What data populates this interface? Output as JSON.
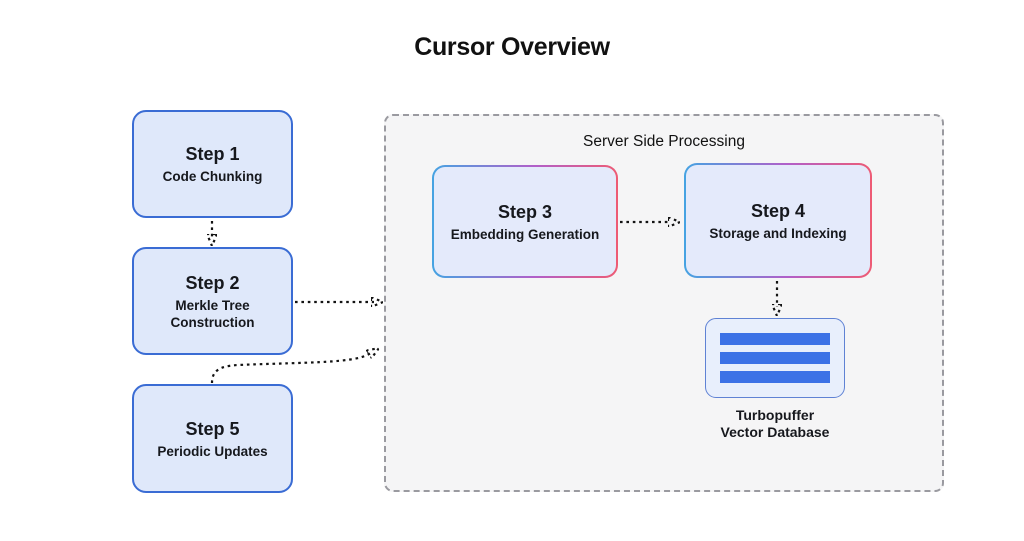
{
  "title": "Cursor Overview",
  "steps": {
    "step1": {
      "title": "Step 1",
      "subtitle": "Code Chunking"
    },
    "step2": {
      "title": "Step 2",
      "subtitle": "Merkle  Tree\nConstruction"
    },
    "step5": {
      "title": "Step 5",
      "subtitle": "Periodic Updates"
    },
    "step3": {
      "title": "Step 3",
      "subtitle": "Embedding Generation"
    },
    "step4": {
      "title": "Step 4",
      "subtitle": "Storage and Indexing"
    }
  },
  "server_group": {
    "label": "Server Side Processing"
  },
  "database": {
    "icon": "database-rows-icon",
    "label_line1": "Turbopuffer",
    "label_line2": "Vector Database"
  },
  "colors": {
    "blue_box_border": "#3a6cd4",
    "blue_box_fill": "#dfe8fa",
    "gradient_start": "#45a3e2",
    "gradient_mid": "#b15fc9",
    "gradient_end": "#ee5b74",
    "gradient_box_fill": "#e4eafb",
    "server_box_fill": "#f5f5f6",
    "server_box_border": "#9a9aa0",
    "db_bar_blue": "#3c72e6",
    "db_box_border": "#5f82d4",
    "arrow_color": "#131313",
    "text_color": "#16181d"
  }
}
